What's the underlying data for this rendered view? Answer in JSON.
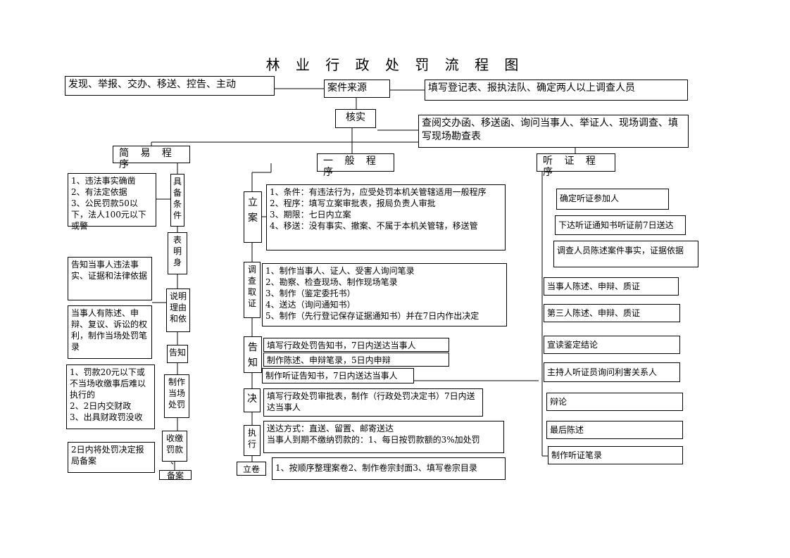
{
  "title": "林 业 行 政 处 罚 流 程 图",
  "top": {
    "sources": "发现、举报、交办、移送、控告、主动",
    "case_source": "案件来源",
    "register": "填写登记表、报执法队、确定两人以上调查人员",
    "verify": "核实",
    "verify_detail": "查阅交办函、移送函、询问当事人、举证人、现场调查、填写现场勘查表"
  },
  "simple": {
    "header": "简 易 程 序",
    "conditions": "1、违法事实确凿\n2、有法定依据\n3、公民罚款50以下，法人100元以下或警",
    "step_conditions": "具\n备\n条\n件",
    "step_identity": "表\n明\n身",
    "notify_facts": "告知当事人违法事实、证据和法律依据",
    "step_reasons": "说明\n理由\n和依",
    "rights": "当事人有陈述、申辩、复议、诉讼的权利，制作当场处罚笔录",
    "step_inform": "告知",
    "payment_rules": "1、罚款20元以下或不当场收缴事后难以执行的\n2、2日内交财政\n3、出具财政罚没收",
    "step_make": "制作\n当场\n处罚",
    "filing_note": "2日内将处罚决定报局备案",
    "step_collect": "收缴\n罚款\n、",
    "step_record": "备案"
  },
  "general": {
    "header": "一 般 程 序",
    "step_file": "立\n案",
    "file_detail": "1、条件：有违法行为，应受处罚本机关管辖适用一般程序\n2、程序：填写立案审批表，报局负责人审批\n3、期限：七日内立案\n4、移送：没有事实、撤案、不属于本机关管辖，移送管",
    "step_investigate": "调\n查\n取\n证",
    "investigate_detail": "1、制作当事人、证人、受害人询问笔录\n2、勘察、检查现场、制作现场笔录\n3、制作（鉴定委托书）\n4、送达（询问通知书）\n5、制作（先行登记保存证据通知书）并在7日内作出决定",
    "step_inform": "告\n知",
    "inform_1": "填写行政处罚告知书，7日内送达当事人",
    "inform_2": "制作陈述、申辩笔录，5日内申辩",
    "inform_3": "制作听证告知书，7日内送达当事人",
    "step_decide": "决",
    "decide_detail": "填写行政处罚审批表，制作（行政处罚决定书）7日内送达当事人",
    "step_execute": "执\n行",
    "execute_detail": "送达方式：直送、留置、邮寄送达\n当事人到期不缴纳罚款的：1、每日按罚款额的3%加处罚",
    "step_archive": "立卷",
    "archive_detail": "1、按顺序整理案卷2、制作卷宗封面3、填写卷宗目录"
  },
  "hearing": {
    "header": "听 证 程 序",
    "items": [
      "确定听证参加人",
      "下达听证通知书听证前7日送达",
      "调查人员陈述案件事实，证据依据",
      "当事人陈述、申辩、质证",
      "第三人陈述、申辩、质证",
      "宣读鉴定结论",
      "主持人听证员询问利害关系人",
      "辩论",
      "最后陈述",
      "制作听证笔录"
    ]
  }
}
